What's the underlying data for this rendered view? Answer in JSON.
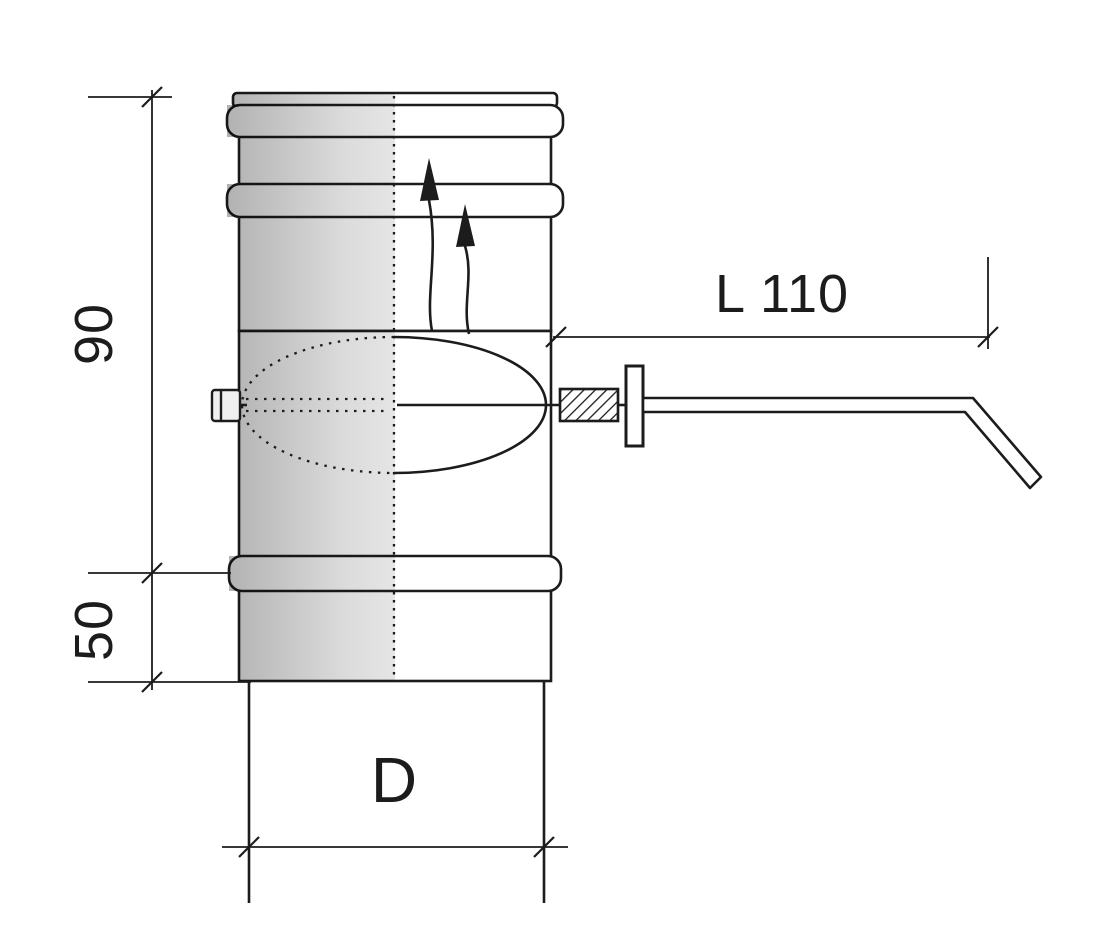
{
  "drawing": {
    "type": "technical drawing",
    "subject": "Chimney flue pipe damper section with spring-loaded locking handle",
    "labels": {
      "dim_height_upper": "90",
      "dim_height_lower": "50",
      "dim_handle_length": "L 110",
      "dim_diameter": "D"
    },
    "icons": {
      "airflow": "upward flow arrows inside pipe"
    },
    "colors": {
      "line": "#1c1c1c",
      "background": "#ffffff",
      "shading_dark": "#b5b5b5",
      "shading_light": "#e8e8e8"
    }
  }
}
